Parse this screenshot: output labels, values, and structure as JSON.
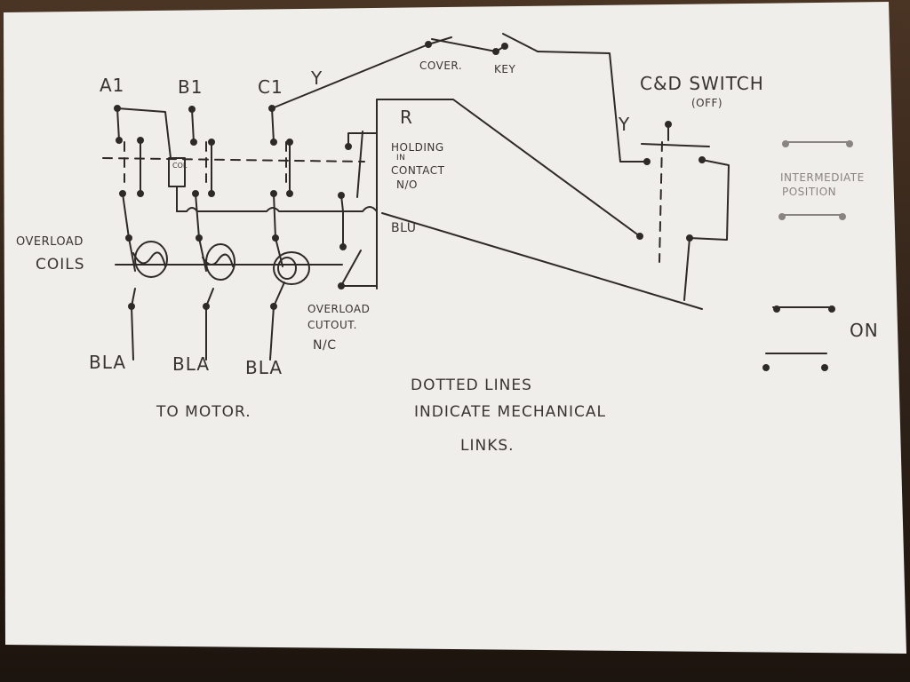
{
  "labels": {
    "a1": "A1",
    "b1": "B1",
    "c1": "C1",
    "y_left": "Y",
    "y_right": "Y",
    "cover": "COVER.",
    "key": "KEY",
    "cd_switch_line1": "C&D SWITCH",
    "cd_switch_line2": "(OFF)",
    "r": "R",
    "holding_line1": "HOLDING",
    "holding_line2": "IN",
    "holding_line3": "CONTACT",
    "holding_line4": "N/O",
    "col": "COL",
    "blu": "BLU",
    "overload_coils_line1": "OVERLOAD",
    "overload_coils_line2": "COILS",
    "overload_cutout_line1": "OVERLOAD",
    "overload_cutout_line2": "CUTOUT.",
    "overload_cutout_line3": "N/C",
    "bla_1": "BLA",
    "bla_2": "BLA",
    "bla_3": "BLA",
    "to_motor": "TO MOTOR.",
    "intermediate_line1": "INTERMEDIATE",
    "intermediate_line2": "POSITION",
    "on": "ON",
    "note_line1": "DOTTED LINES",
    "note_line2": "INDICATE MECHANICAL",
    "note_line3": "LINKS."
  },
  "colors": {
    "paper": "#f1efec",
    "ink": "#2e2a27",
    "pencil": "#8a8480",
    "table": "#3a2a1e"
  }
}
